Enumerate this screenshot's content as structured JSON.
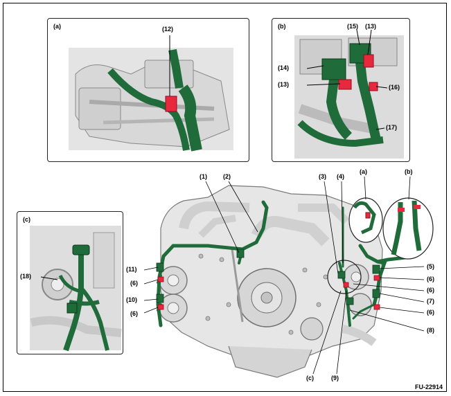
{
  "figure_code": "FU-22914",
  "insets": {
    "a": {
      "tag": "(a)",
      "labels": [
        "(12)"
      ]
    },
    "b": {
      "tag": "(b)",
      "labels": [
        "(15)",
        "(13)",
        "(14)",
        "(13)",
        "(16)",
        "(17)"
      ]
    },
    "c": {
      "tag": "(c)",
      "labels": [
        "(18)"
      ]
    }
  },
  "main_labels": {
    "top": [
      "(1)",
      "(2)",
      "(3)",
      "(4)",
      "(a)",
      "(b)"
    ],
    "left": [
      "(11)",
      "(6)",
      "(10)",
      "(6)"
    ],
    "right": [
      "(5)",
      "(6)",
      "(6)",
      "(7)",
      "(6)",
      "(8)"
    ],
    "bottom": [
      "(c)",
      "(9)"
    ]
  },
  "colors": {
    "harness": "#1f6b3a",
    "harness_dark": "#15522b",
    "connector": "#e8283c",
    "engine_fill": "#e6e6e6",
    "engine_line": "#7a7a7a"
  }
}
